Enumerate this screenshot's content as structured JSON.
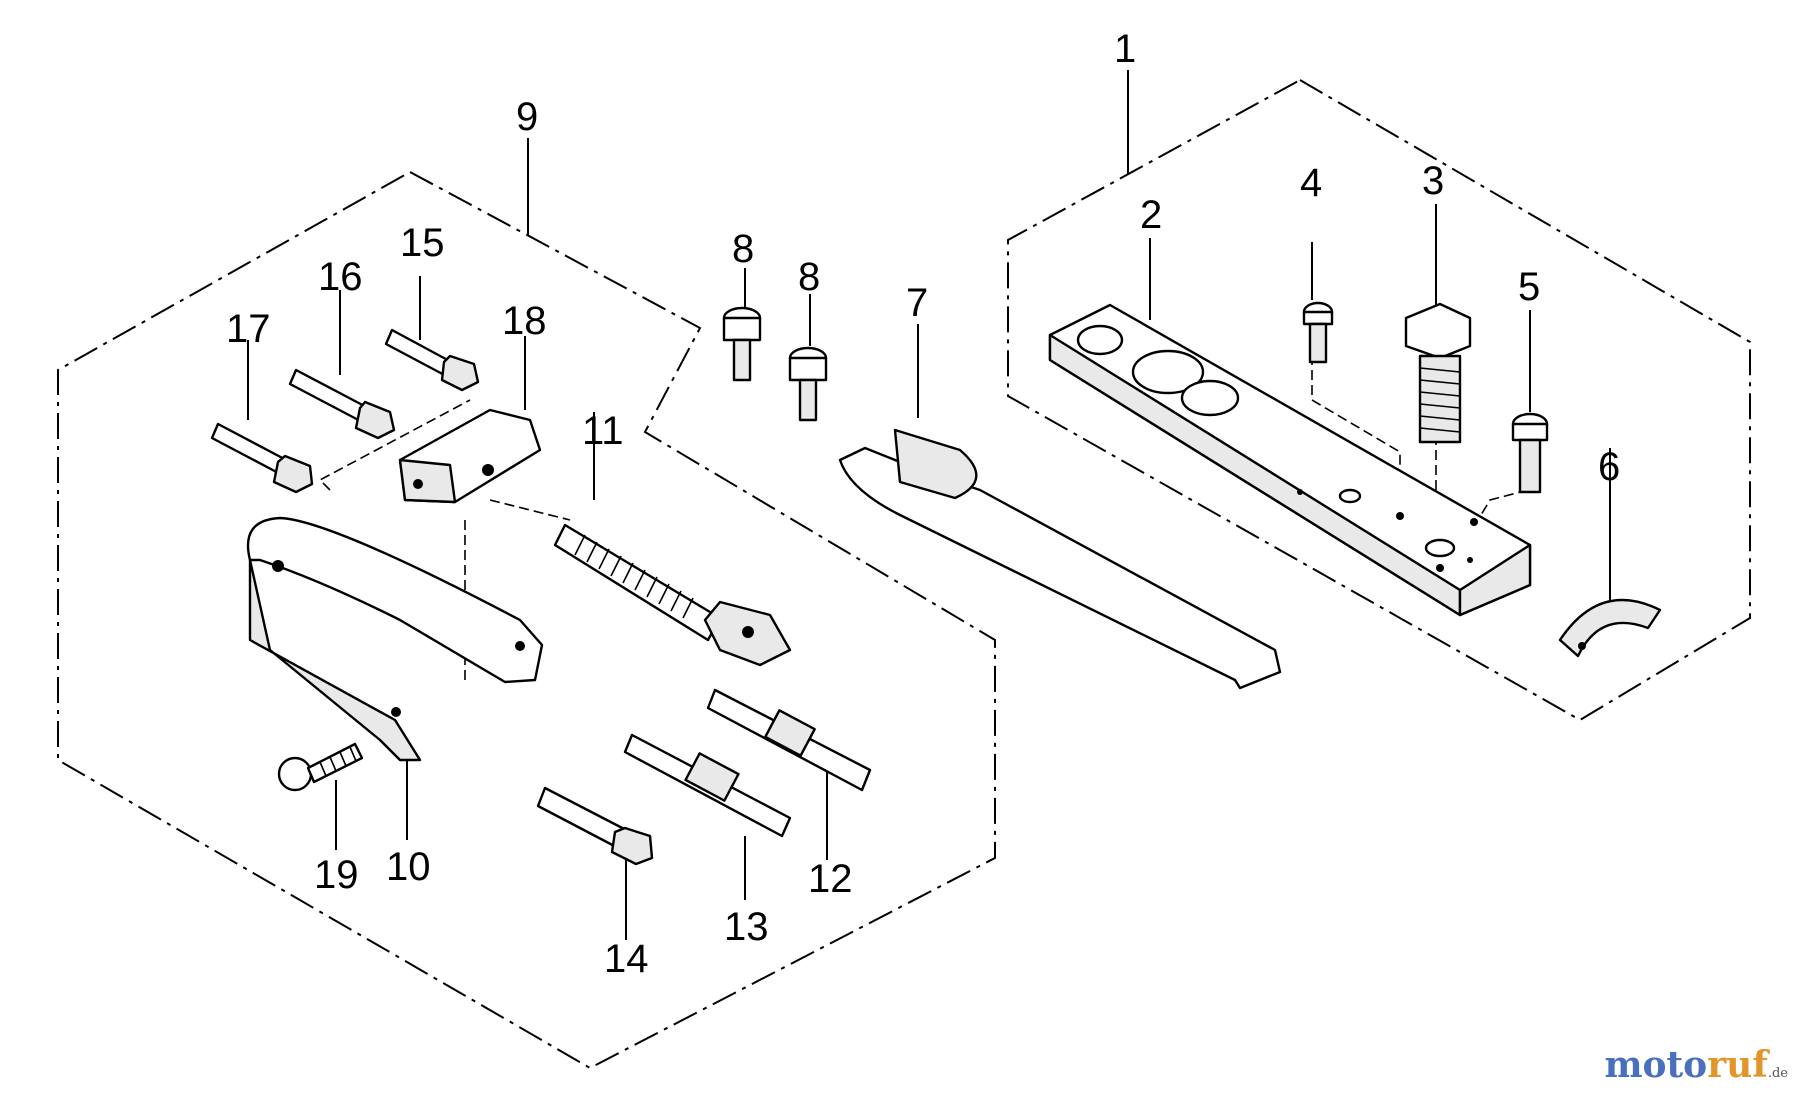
{
  "diagram": {
    "callouts": {
      "c1": "1",
      "c2": "2",
      "c3": "3",
      "c4": "4",
      "c5": "5",
      "c6": "6",
      "c7": "7",
      "c8a": "8",
      "c8b": "8",
      "c9": "9",
      "c10": "10",
      "c11": "11",
      "c12": "12",
      "c13": "13",
      "c14": "14",
      "c15": "15",
      "c16": "16",
      "c17": "17",
      "c18": "18",
      "c19": "19"
    }
  },
  "watermark": {
    "part1": "moto",
    "part2": "ruf",
    "part3": ".de"
  }
}
